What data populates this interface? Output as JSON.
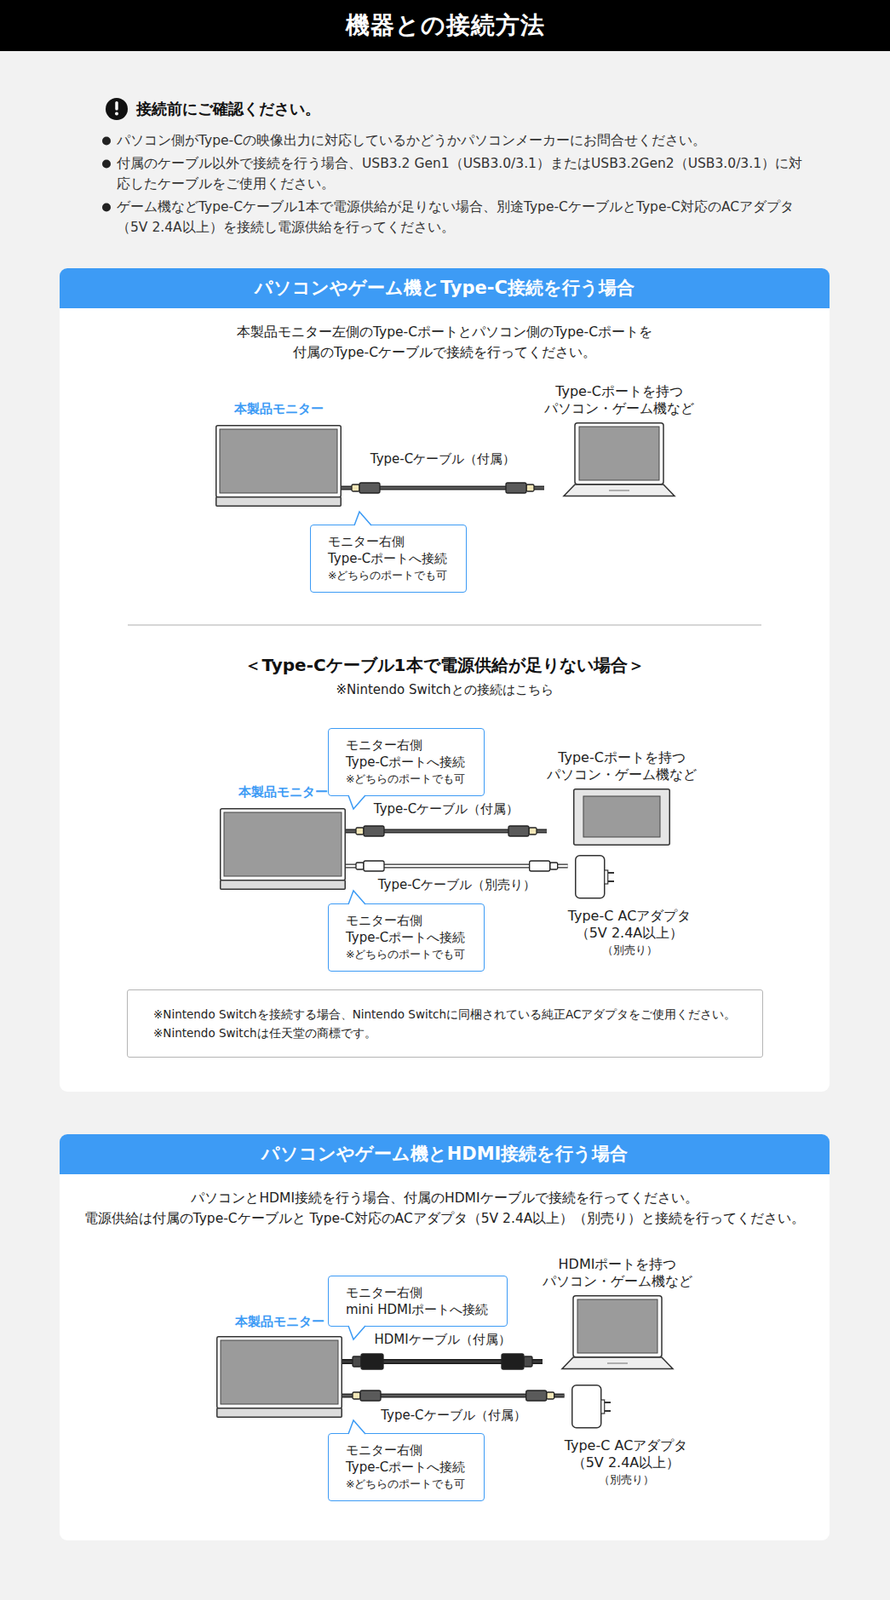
{
  "diagram": {
    "title": "機器との接続方法",
    "nodes": [
      {
        "text": [
          "パソコンやゲーム機とType-C接続を行う場合"
        ]
      },
      {
        "text": [
          "本製品モニター"
        ],
        "in": 0
      },
      {
        "text": [
          "Type-Cポートを持つ",
          "パソコン・ゲーム機など"
        ],
        "in": 0
      },
      {
        "text": [
          "モニター右側",
          "Type-Cポートへ接続",
          "※どちらのポートでも可"
        ],
        "in": 0
      },
      {
        "text": [
          "モニター右側",
          "Type-Cポートへ接続",
          "※どちらのポートでも可"
        ],
        "in": 0
      },
      {
        "text": [
          "本製品モニター"
        ],
        "in": 0
      },
      {
        "text": [
          "Type-Cポートを持つ",
          "パソコン・ゲーム機など"
        ],
        "in": 0
      },
      {
        "text": [
          "Type-C ACアダプタ",
          "（5V 2.4A以上）",
          "（別売り）"
        ],
        "in": 0
      },
      {
        "text": [
          "モニター右側",
          "Type-Cポートへ接続",
          "※どちらのポートでも可"
        ],
        "in": 0
      },
      {
        "text": [
          "※Nintendo Switchを接続する場合、Nintendo Switchに同梱されている純正ACアダプタをご使用ください。",
          "※Nintendo Switchは任天堂の商標です。"
        ],
        "in": 0
      },
      {
        "text": [
          "パソコンやゲーム機とHDMI接続を行う場合"
        ]
      },
      {
        "text": [
          "モニター右側",
          "mini HDMIポートへ接続"
        ],
        "in": 10
      },
      {
        "text": [
          "本製品モニター"
        ],
        "in": 10
      },
      {
        "text": [
          "HDMIポートを持つ",
          "パソコン・ゲーム機など"
        ],
        "in": 10
      },
      {
        "text": [
          "Type-C ACアダプタ",
          "（5V 2.4A以上）",
          "（別売り）"
        ],
        "in": 10
      },
      {
        "text": [
          "モニター右側",
          "Type-Cポートへ接続",
          "※どちらのポートでも可"
        ],
        "in": 10
      }
    ],
    "edges": [
      {
        "from": 1,
        "to": 2,
        "label": "Type-Cケーブル（付属）",
        "arrow": "none"
      },
      {
        "from": 5,
        "to": 6,
        "label": "Type-Cケーブル（付属）",
        "arrow": "none"
      },
      {
        "from": 5,
        "to": 7,
        "label": "Type-Cケーブル（別売り）",
        "arrow": "none"
      },
      {
        "from": 12,
        "to": 13,
        "label": "HDMIケーブル（付属）",
        "arrow": "none"
      },
      {
        "from": 12,
        "to": 14,
        "label": "Type-Cケーブル（付属）",
        "arrow": "none"
      }
    ],
    "labels": [
      "接続前にご確認ください。",
      "パソコン側がType-Cの映像出力に対応しているかどうかパソコンメーカーにお問合せください。",
      "付属のケーブル以外で接続を行う場合、USB3.2 Gen1（USB3.0/3.1）またはUSB3.2Gen2（USB3.0/3.1）に対応したケーブルをご使用ください。",
      "ゲーム機などType-Cケーブル1本で電源供給が足りない場合、別途Type-CケーブルとType-C対応のACアダプタ（5V 2.4A以上）を接続し電源供給を行ってください。",
      "本製品モニター左側のType-Cポートとパソコン側のType-Cポートを",
      "付属のType-Cケーブルで接続を行ってください。",
      "＜Type-Cケーブル1本で電源供給が足りない場合＞",
      "※Nintendo Switchとの接続はこちら",
      "パソコンとHDMI接続を行う場合、付属のHDMIケーブルで接続を行ってください。",
      "電源供給は付属のType-Cケーブルと Type-C対応のACアダプタ（5V 2.4A以上）（別売り）と接続を行ってください。"
    ]
  }
}
